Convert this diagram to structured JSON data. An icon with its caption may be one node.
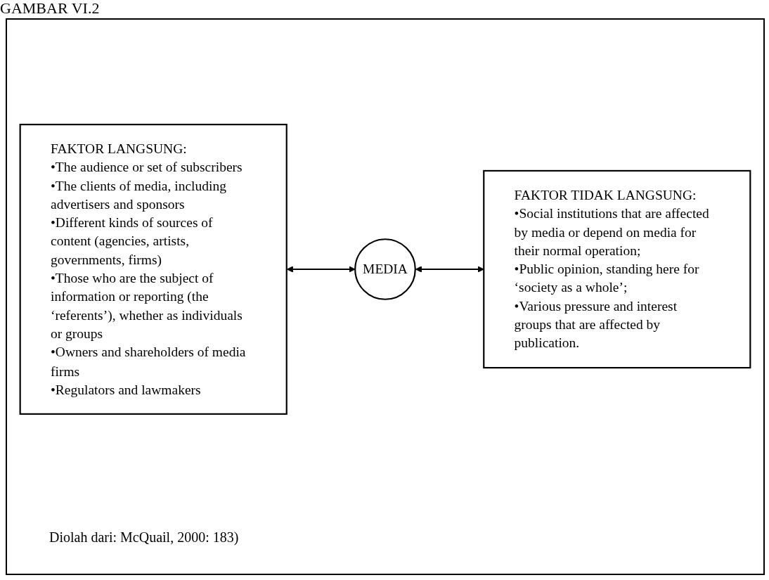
{
  "diagram": {
    "title": "GAMBAR VI.2",
    "nodes": [
      {
        "text": [
          "FAKTOR LANGSUNG:",
          "•The audience or set of subscribers",
          "•The clients of media, including advertisers and sponsors",
          "•Different kinds of sources of content (agencies, artists, governments, firms)",
          "•Those who are the subject of information or reporting (the ‘referents’), whether as individuals or groups",
          "•Owners and shareholders of media firms",
          "•Regulators and lawmakers"
        ]
      },
      {
        "text": [
          "MEDIA"
        ]
      },
      {
        "text": [
          "FAKTOR TIDAK LANGSUNG:",
          "•Social institutions that are affected by media or depend on media for their normal operation;",
          "•Public opinion, standing here for ‘society as a whole’;",
          "•Various pressure and interest groups that are affected by publication."
        ]
      }
    ],
    "edges": [
      {
        "from": 0,
        "to": 1,
        "arrow": "both"
      },
      {
        "from": 1,
        "to": 2,
        "arrow": "both"
      }
    ],
    "caption": "Diolah dari: McQuail, 2000: 183)"
  }
}
